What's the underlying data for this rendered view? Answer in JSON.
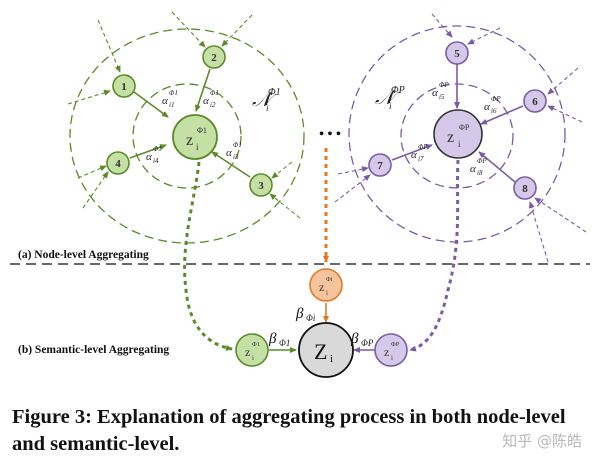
{
  "section_labels": {
    "node_level": "(a) Node-level Aggregating",
    "semantic_level": "(b) Semantic-level Aggregating"
  },
  "left_group": {
    "neighbors": [
      "1",
      "2",
      "3",
      "4"
    ],
    "center": {
      "base": "z",
      "sub": "i",
      "sup": "Φ1"
    },
    "neighborhood": {
      "base": "𝒩",
      "sub": "i",
      "sup": "Φ1"
    },
    "weights": [
      {
        "base": "α",
        "sub": "i1",
        "sup": "Φ1"
      },
      {
        "base": "α",
        "sub": "i2",
        "sup": "Φ1"
      },
      {
        "base": "α",
        "sub": "i3",
        "sup": "Φ1"
      },
      {
        "base": "α",
        "sub": "i4",
        "sup": "Φ1"
      }
    ]
  },
  "right_group": {
    "neighbors": [
      "5",
      "6",
      "7",
      "8"
    ],
    "center": {
      "base": "z",
      "sub": "i",
      "sup": "ΦP"
    },
    "neighborhood": {
      "base": "𝒩",
      "sub": "i",
      "sup": "ΦP"
    },
    "weights": [
      {
        "base": "α",
        "sub": "i5",
        "sup": "ΦP"
      },
      {
        "base": "α",
        "sub": "i6",
        "sup": "ΦP"
      },
      {
        "base": "α",
        "sub": "i7",
        "sup": "ΦP"
      },
      {
        "base": "α",
        "sub": "i8",
        "sup": "ΦP"
      }
    ]
  },
  "ellipsis": "• • •",
  "semantic": {
    "left_node": {
      "base": "z",
      "sub": "i",
      "sup": "Φ1"
    },
    "middle_node": {
      "base": "z",
      "sub": "i",
      "sup": "Φi"
    },
    "right_node": {
      "base": "z",
      "sub": "i",
      "sup": "ΦP"
    },
    "final_node": {
      "base": "Z",
      "sub": "i"
    },
    "beta_left": {
      "base": "β",
      "sub": "Φ1"
    },
    "beta_middle": {
      "base": "β",
      "sub": "Φi"
    },
    "beta_right": {
      "base": "β",
      "sub": "ΦP"
    }
  },
  "caption": "Figure 3: Explanation of aggregating process in both node-level and semantic-level.",
  "watermark": "知乎 @陈皓",
  "colors": {
    "green_fill": "#c5e0a5",
    "green_stroke": "#5b8a2a",
    "purple_fill": "#d5c8e8",
    "purple_stroke": "#7a5ca6",
    "orange_fill": "#f6c49c",
    "orange_stroke": "#e0782a",
    "gray_fill": "#d9d9d9"
  }
}
